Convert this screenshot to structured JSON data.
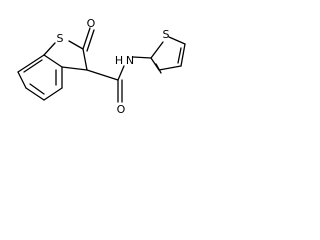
{
  "atoms": {
    "S_ring1": "S",
    "O_ring1": "O",
    "N_amide": "N",
    "H_amide": "H",
    "O_amide": "O",
    "S_thiophene": "S"
  }
}
